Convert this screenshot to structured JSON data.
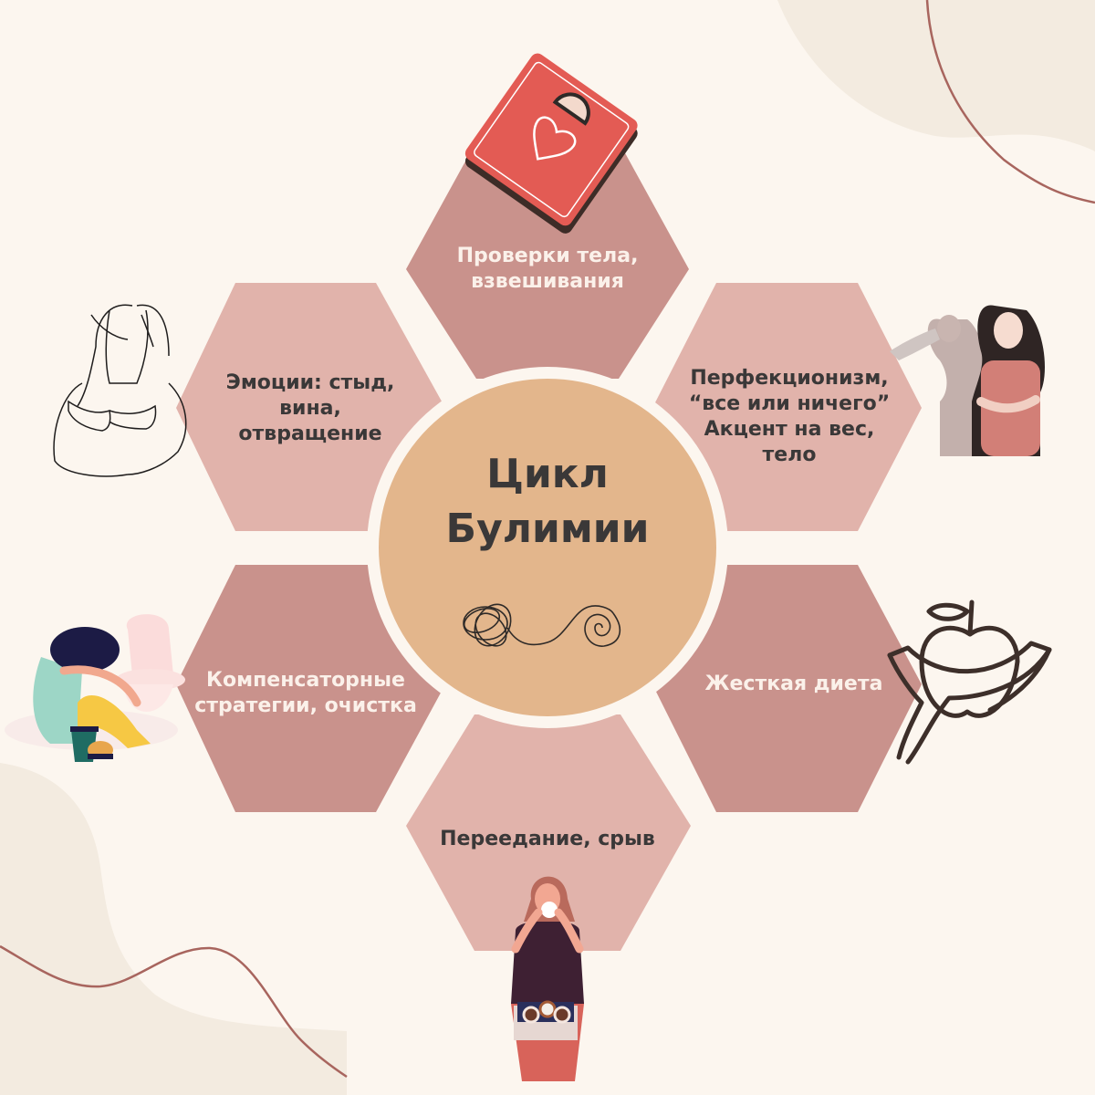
{
  "diagram": {
    "title": "Цикл\nБулимии",
    "colors": {
      "background": "#fcf6ef",
      "background_blob": "#f3ebe0",
      "accent_line": "#a8655e",
      "hex_dark": "#c9928c",
      "hex_light": "#e1b3ab",
      "center_circle": "#e3b68c",
      "text_dark": "#3a3838",
      "text_light": "#fbf1ea"
    },
    "steps": [
      {
        "id": "top",
        "label": "Проверки тела,\nвзвешивания",
        "illustration": "bathroom-scale-icon"
      },
      {
        "id": "upper-right",
        "label": "Перфекционизм,\n“все или ничего”\nАкцент на вес,\nтело",
        "illustration": "anxious-women-icon"
      },
      {
        "id": "lower-right",
        "label": "Жесткая диета",
        "illustration": "apple-measuring-tape-icon"
      },
      {
        "id": "bottom",
        "label": "Переедание, срыв",
        "illustration": "woman-eating-donuts-icon"
      },
      {
        "id": "lower-left",
        "label": "Компенсаторные\nстратегии, очистка",
        "illustration": "woman-toilet-fastfood-icon"
      },
      {
        "id": "upper-left",
        "label": "Эмоции: стыд,\nвина,\nотвращение",
        "illustration": "woman-covering-face-icon"
      }
    ],
    "center_icon": "tangled-thread-spiral-icon"
  }
}
